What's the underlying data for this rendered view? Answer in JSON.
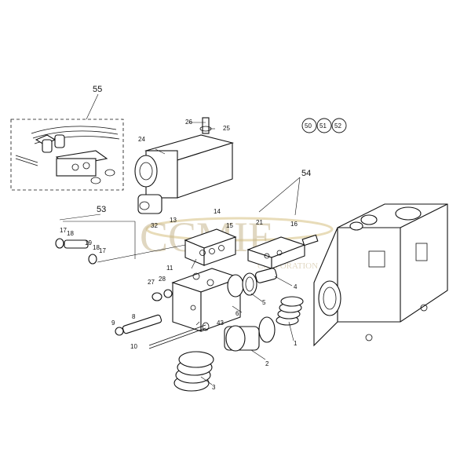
{
  "callouts": {
    "c1": "1",
    "c2": "2",
    "c3": "3",
    "c4": "4",
    "c5": "5",
    "c6": "6",
    "c8": "8",
    "c9": "9",
    "c10": "10",
    "c11": "11",
    "c13": "13",
    "c14": "14",
    "c15": "15",
    "c16": "16",
    "c17a": "17",
    "c17b": "17",
    "c18a": "18",
    "c18b": "18",
    "c19": "19",
    "c21": "21",
    "c24": "24",
    "c25": "25",
    "c26": "26",
    "c27": "27",
    "c28": "28",
    "c32": "32",
    "c43": "43",
    "c53": "53",
    "c54": "54",
    "c55": "55"
  },
  "circled": [
    "50",
    "51",
    "52"
  ],
  "watermark": {
    "brand": "CCMIE",
    "sub": "CORPORATION"
  },
  "colors": {
    "line": "#111111",
    "watermark": "#c8b890"
  }
}
